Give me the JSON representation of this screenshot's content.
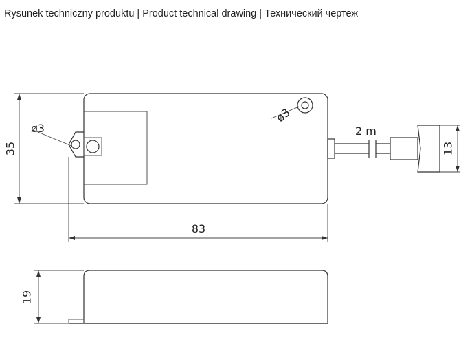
{
  "header": {
    "title": "Rysunek techniczny produktu | Product technical drawing | Технический чертеж"
  },
  "dimensions": {
    "height_top": "35",
    "length": "83",
    "height_side": "19",
    "connector_size": "13",
    "cable_length": "2 m",
    "hole_left": "ø3",
    "hole_right": "ø3"
  },
  "colors": {
    "line": "#333333",
    "background": "#ffffff"
  }
}
